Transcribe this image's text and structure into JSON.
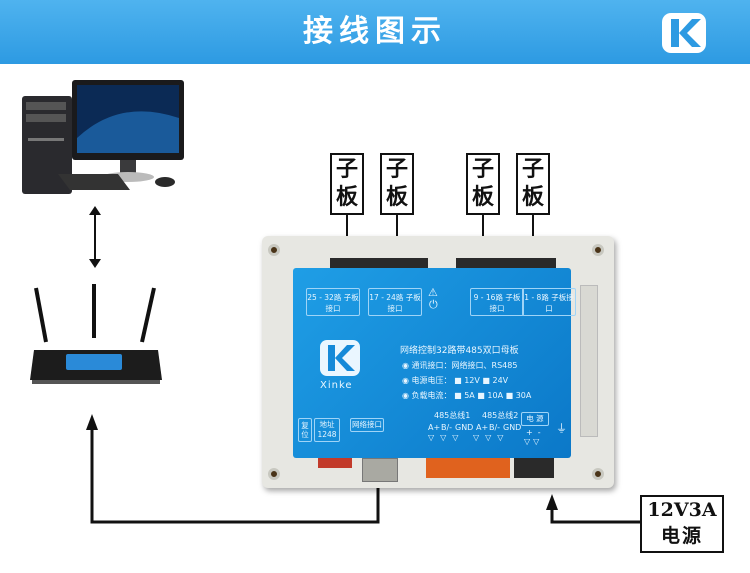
{
  "header": {
    "title": "接线图示",
    "logo_icon": "xinke-k-logo-icon"
  },
  "sub_board_label": [
    "子",
    "板"
  ],
  "power_box": {
    "line1": "12V3A",
    "line2": "电源"
  },
  "module": {
    "brand": "Xinke",
    "title": "网络控制32路带485双口母板",
    "ports": [
      "25 - 32路 子板接口",
      "17 - 24路 子板接口",
      "9 - 16路 子板接口",
      "1 - 8路 子板接口"
    ],
    "spec_comm": "通讯接口：网络接口、RS485",
    "spec_voltage_label": "电源电压：",
    "spec_voltage_options": [
      "12V",
      "24V"
    ],
    "spec_load_label": "负载电流：",
    "spec_load_options": [
      "5A",
      "10A",
      "30A"
    ],
    "reset": "复位",
    "address": "地址",
    "address_digits": "1248",
    "net_port": "网络接口",
    "bus1": "485总线1",
    "bus2": "485总线2",
    "bus_pins": [
      "A+",
      "B/-",
      "GND",
      "A+",
      "B/-",
      "GND"
    ],
    "power_label": "电 源",
    "power_pins": [
      "+",
      "-"
    ],
    "colors": {
      "panel": "#1589d8",
      "header": "#3aa6ea"
    }
  }
}
